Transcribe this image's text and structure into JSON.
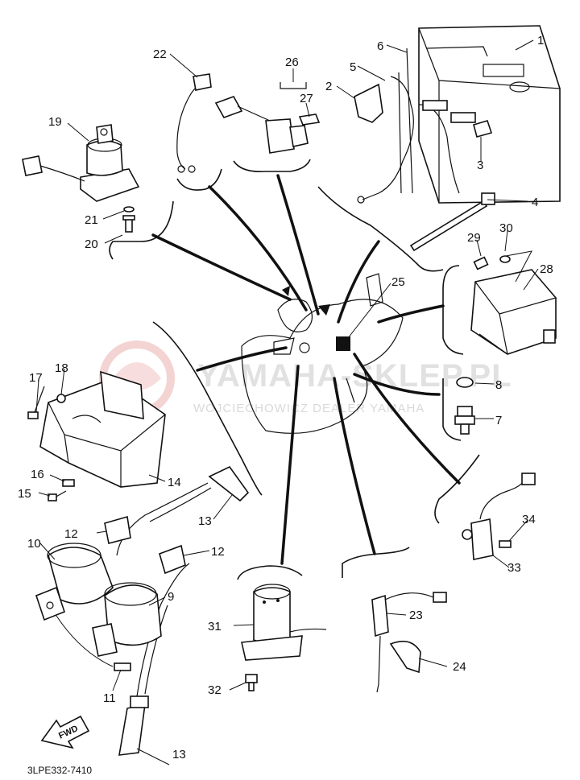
{
  "diagram": {
    "drawing_code": "3LPE332-7410",
    "fwd_label": "FWD",
    "watermark": {
      "line1": "YAMAHA-SKLEP.PL",
      "line2": "WOJCIECHOWICZ DEALER YAMAHA"
    },
    "callouts": {
      "c1": "1",
      "c2": "2",
      "c3": "3",
      "c4": "4",
      "c5": "5",
      "c6": "6",
      "c7": "7",
      "c8": "8",
      "c9": "9",
      "c10": "10",
      "c11": "11",
      "c12a": "12",
      "c12b": "12",
      "c13a": "13",
      "c13b": "13",
      "c14": "14",
      "c15": "15",
      "c16": "16",
      "c17": "17",
      "c18": "18",
      "c19": "19",
      "c20": "20",
      "c21": "21",
      "c22": "22",
      "c23": "23",
      "c24": "24",
      "c25": "25",
      "c26": "26",
      "c27": "27",
      "c28": "28",
      "c29": "29",
      "c30": "30",
      "c31": "31",
      "c32": "32",
      "c33": "33",
      "c34": "34"
    },
    "colors": {
      "line": "#111111",
      "watermark": "#d8d8d8",
      "logo": "#e8a0a0"
    }
  }
}
